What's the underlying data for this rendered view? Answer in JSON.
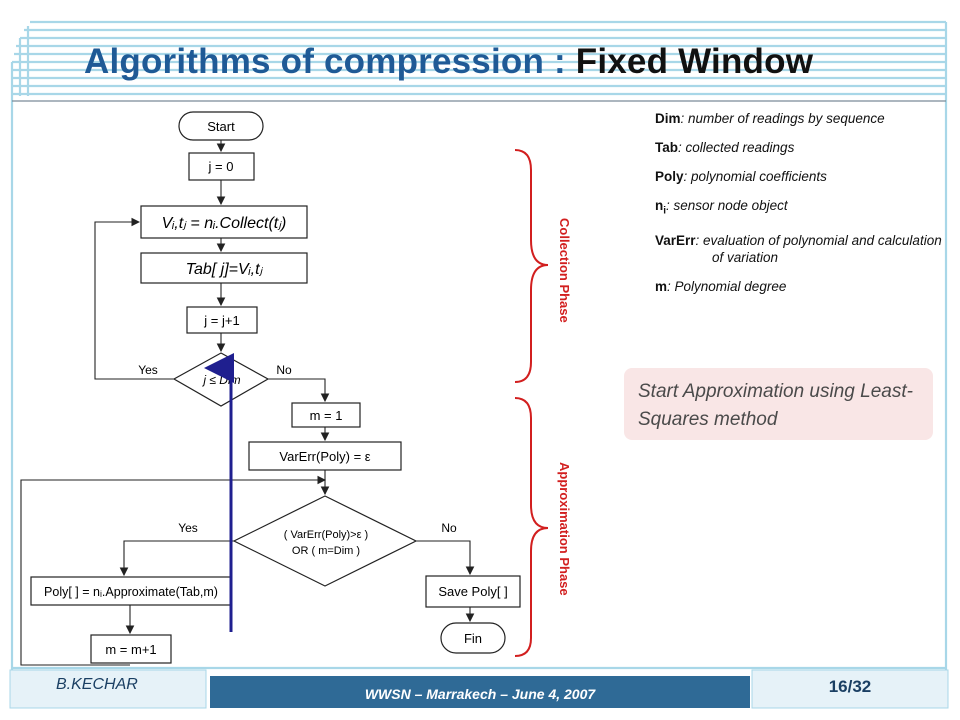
{
  "title": {
    "main": "Algorithms of compression : ",
    "emphasis": "Fixed Window"
  },
  "legend": [
    {
      "key": "Dim",
      "text": ": number of readings by sequence"
    },
    {
      "key": "Tab",
      "text": ": collected readings"
    },
    {
      "key": "Poly",
      "text": ": polynomial coefficients"
    },
    {
      "key": "n",
      "sub": "i",
      "text": ": sensor node object"
    },
    {
      "key": "VarErr",
      "text": ": evaluation of polynomial and calculation of variation"
    },
    {
      "key": "m",
      "text": ": Polynomial degree"
    }
  ],
  "callout": "Start Approximation using Least-Squares method",
  "flowchart": {
    "start": "Start",
    "j_init": "j = 0",
    "collect": "Vᵢ,tⱼ = nᵢ.Collect(tⱼ)",
    "store": "Tab[ j]=Vᵢ,tⱼ",
    "j_inc": "j = j+1",
    "cond1": "j ≤ Dim",
    "yes": "Yes",
    "no": "No",
    "m_init": "m = 1",
    "varerr": "VarErr(Poly) = ε",
    "cond2_line1": "( VarErr(Poly)>ε )",
    "cond2_line2": "OR ( m=Dim )",
    "approx": "Poly[ ] = nᵢ.Approximate(Tab,m)",
    "save": "Save Poly[ ]",
    "m_inc": "m = m+1",
    "fin": "Fin"
  },
  "phases": {
    "collection": "Collection Phase",
    "approximation": "Approximation Phase"
  },
  "footer": {
    "author": "B.KECHAR",
    "event": "WWSN – Marrakech – June 4, 2007",
    "page": "16/32"
  },
  "colors": {
    "title": "#1f5a96",
    "frame": "#a8d7e8",
    "brace": "#d21f1f",
    "arrow": "#1f1f8f",
    "footer_bar": "#2f6a96"
  }
}
